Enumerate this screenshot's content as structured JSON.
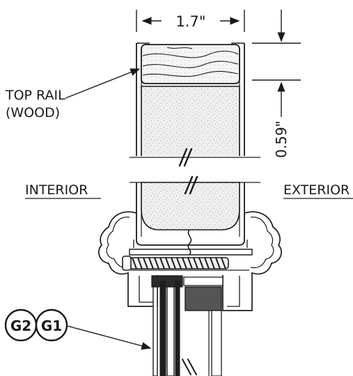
{
  "dimensions": {
    "width_label": "1.7\"",
    "height_label": "0.59\""
  },
  "labels": {
    "top_rail_line1": "TOP RAIL",
    "top_rail_line2": "(WOOD)",
    "interior": "INTERIOR",
    "exterior": "EXTERIOR"
  },
  "callouts": {
    "g2": "G2",
    "g1": "G1"
  },
  "colors": {
    "line": "#1a1a1a",
    "foam": "#e9e9e9",
    "wood": "#f2f2f2",
    "glass_dark": "#222222",
    "glass_mid": "#777777"
  }
}
